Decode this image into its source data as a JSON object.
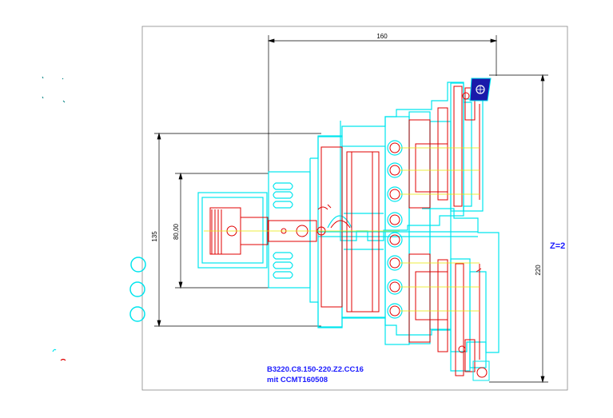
{
  "drawing": {
    "dimensions": {
      "top_width": "160",
      "left_outer_height": "135",
      "left_inner_height": "80,00",
      "right_height": "220"
    },
    "teeth_label": "Z=2",
    "part_number": "B3220.C8.150-220.Z2.CC16",
    "insert_note": "mit CCMT160508",
    "colors": {
      "outline": "#00e5ee",
      "detail": "#e00000",
      "centerline": "#e8e800",
      "dimension": "#000000",
      "text": "#1a1aff",
      "insert": "#1a1aaa"
    }
  }
}
